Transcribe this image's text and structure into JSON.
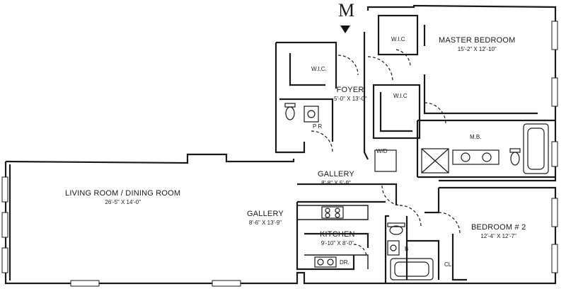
{
  "marker": {
    "letter": "M"
  },
  "rooms": {
    "master_bedroom": {
      "name": "MASTER BEDROOM",
      "dims": "15'-2\" X 12'-10\""
    },
    "foyer": {
      "name": "FOYER",
      "dims": "5'-0\" X 13'-0\""
    },
    "living_dining": {
      "name": "LIVING ROOM / DINING ROOM",
      "dims": "26'-5\" X 14'-0\""
    },
    "gallery_1": {
      "name": "GALLERY",
      "dims": "8'-8\" X 5'-9\""
    },
    "gallery_2": {
      "name": "GALLERY",
      "dims": "8'-6\" X 13'-9\""
    },
    "kitchen": {
      "name": "KITCHEN",
      "dims": "9'-10\" X 8'-0\""
    },
    "bedroom_2": {
      "name": "BEDROOM # 2",
      "dims": "12'-4\" X 12'-7\""
    }
  },
  "fixtures": {
    "wic_1": "W.I.C.",
    "wic_2": "W.I.C",
    "wic_3": "W.I.C",
    "powder_room": "P R",
    "master_bath": "M.B.",
    "wd": "W/D",
    "bath_b": "B",
    "closet_cl": "CL.",
    "dishwasher": "DR."
  }
}
